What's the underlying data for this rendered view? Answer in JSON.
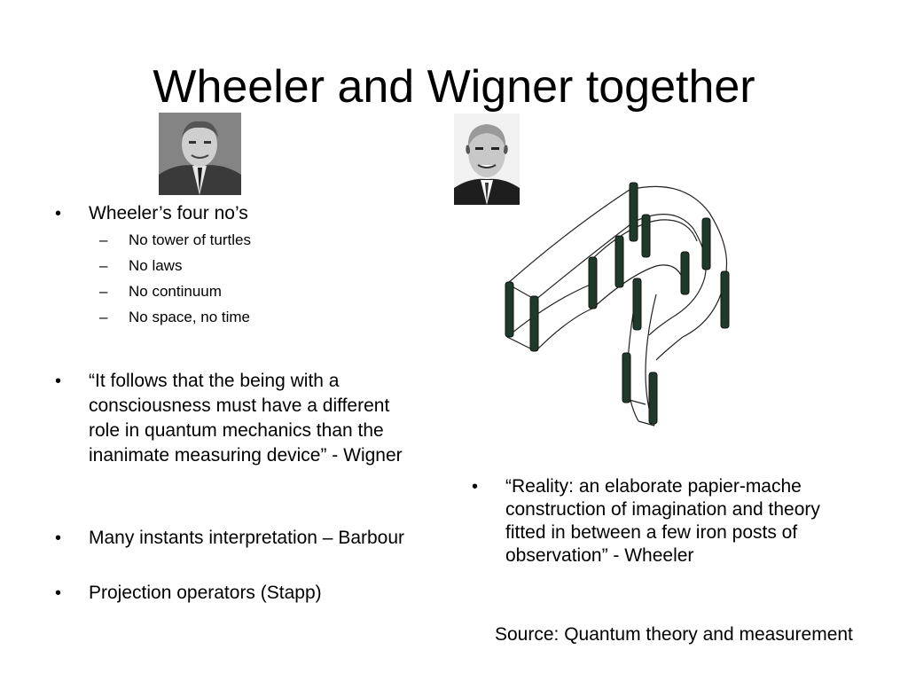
{
  "slide": {
    "title": "Wheeler and Wigner together",
    "left_bullets": {
      "b1": "Wheeler’s four no’s",
      "subs": [
        "No tower of turtles",
        "No laws",
        "No continuum",
        "No space, no time"
      ],
      "b2": "“It follows that the being with a consciousness must have a different role in quantum mechanics than the inanimate measuring device” - Wigner",
      "b3": "Many instants interpretation – Barbour",
      "b4": "Projection operators (Stapp)"
    },
    "right_bullet": "“Reality: an elaborate papier-mache construction of imagination and theory fitted in between a few iron posts of observation”  - Wheeler",
    "source": "Source: Quantum theory and measurement",
    "bullet_glyph": "•",
    "dash_glyph": "–",
    "images": {
      "portrait1": "wheeler-portrait",
      "portrait2": "wigner-portrait",
      "figure": "papier-mache-question-mark-figure"
    }
  }
}
